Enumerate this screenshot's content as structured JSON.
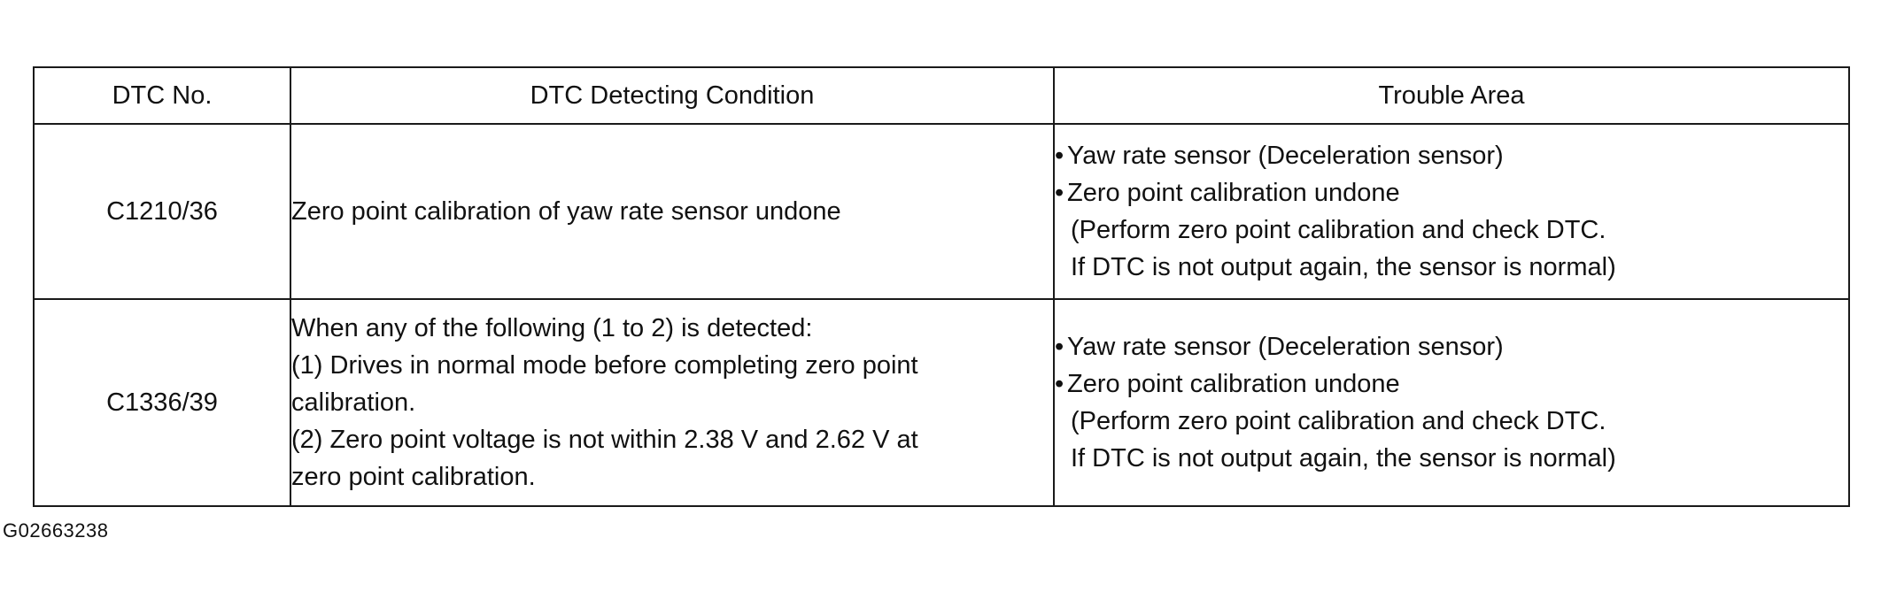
{
  "table": {
    "headers": {
      "dtc_no": "DTC No.",
      "condition": "DTC Detecting Condition",
      "trouble_area": "Trouble Area"
    },
    "rows": [
      {
        "dtc_no": "C1210/36",
        "condition_lines": [
          "Zero point calibration of yaw rate sensor undone"
        ],
        "area_bullets": [
          "Yaw rate sensor (Deceleration sensor)",
          "Zero point calibration undone"
        ],
        "area_notes": [
          "(Perform zero point calibration and check DTC.",
          "If DTC is not output again, the sensor is normal)"
        ]
      },
      {
        "dtc_no": "C1336/39",
        "condition_lines": [
          "When any of the following (1 to 2) is detected:",
          "(1) Drives in normal mode before completing zero point",
          "calibration.",
          "(2) Zero point voltage is not within 2.38 V and 2.62 V at",
          "zero point calibration."
        ],
        "area_bullets": [
          "Yaw rate sensor (Deceleration sensor)",
          "Zero point calibration undone"
        ],
        "area_notes": [
          "(Perform zero point calibration and check DTC.",
          "If DTC is not output again, the sensor is normal)"
        ]
      }
    ]
  },
  "bullet_glyph": "•",
  "figure_id": "G02663238"
}
